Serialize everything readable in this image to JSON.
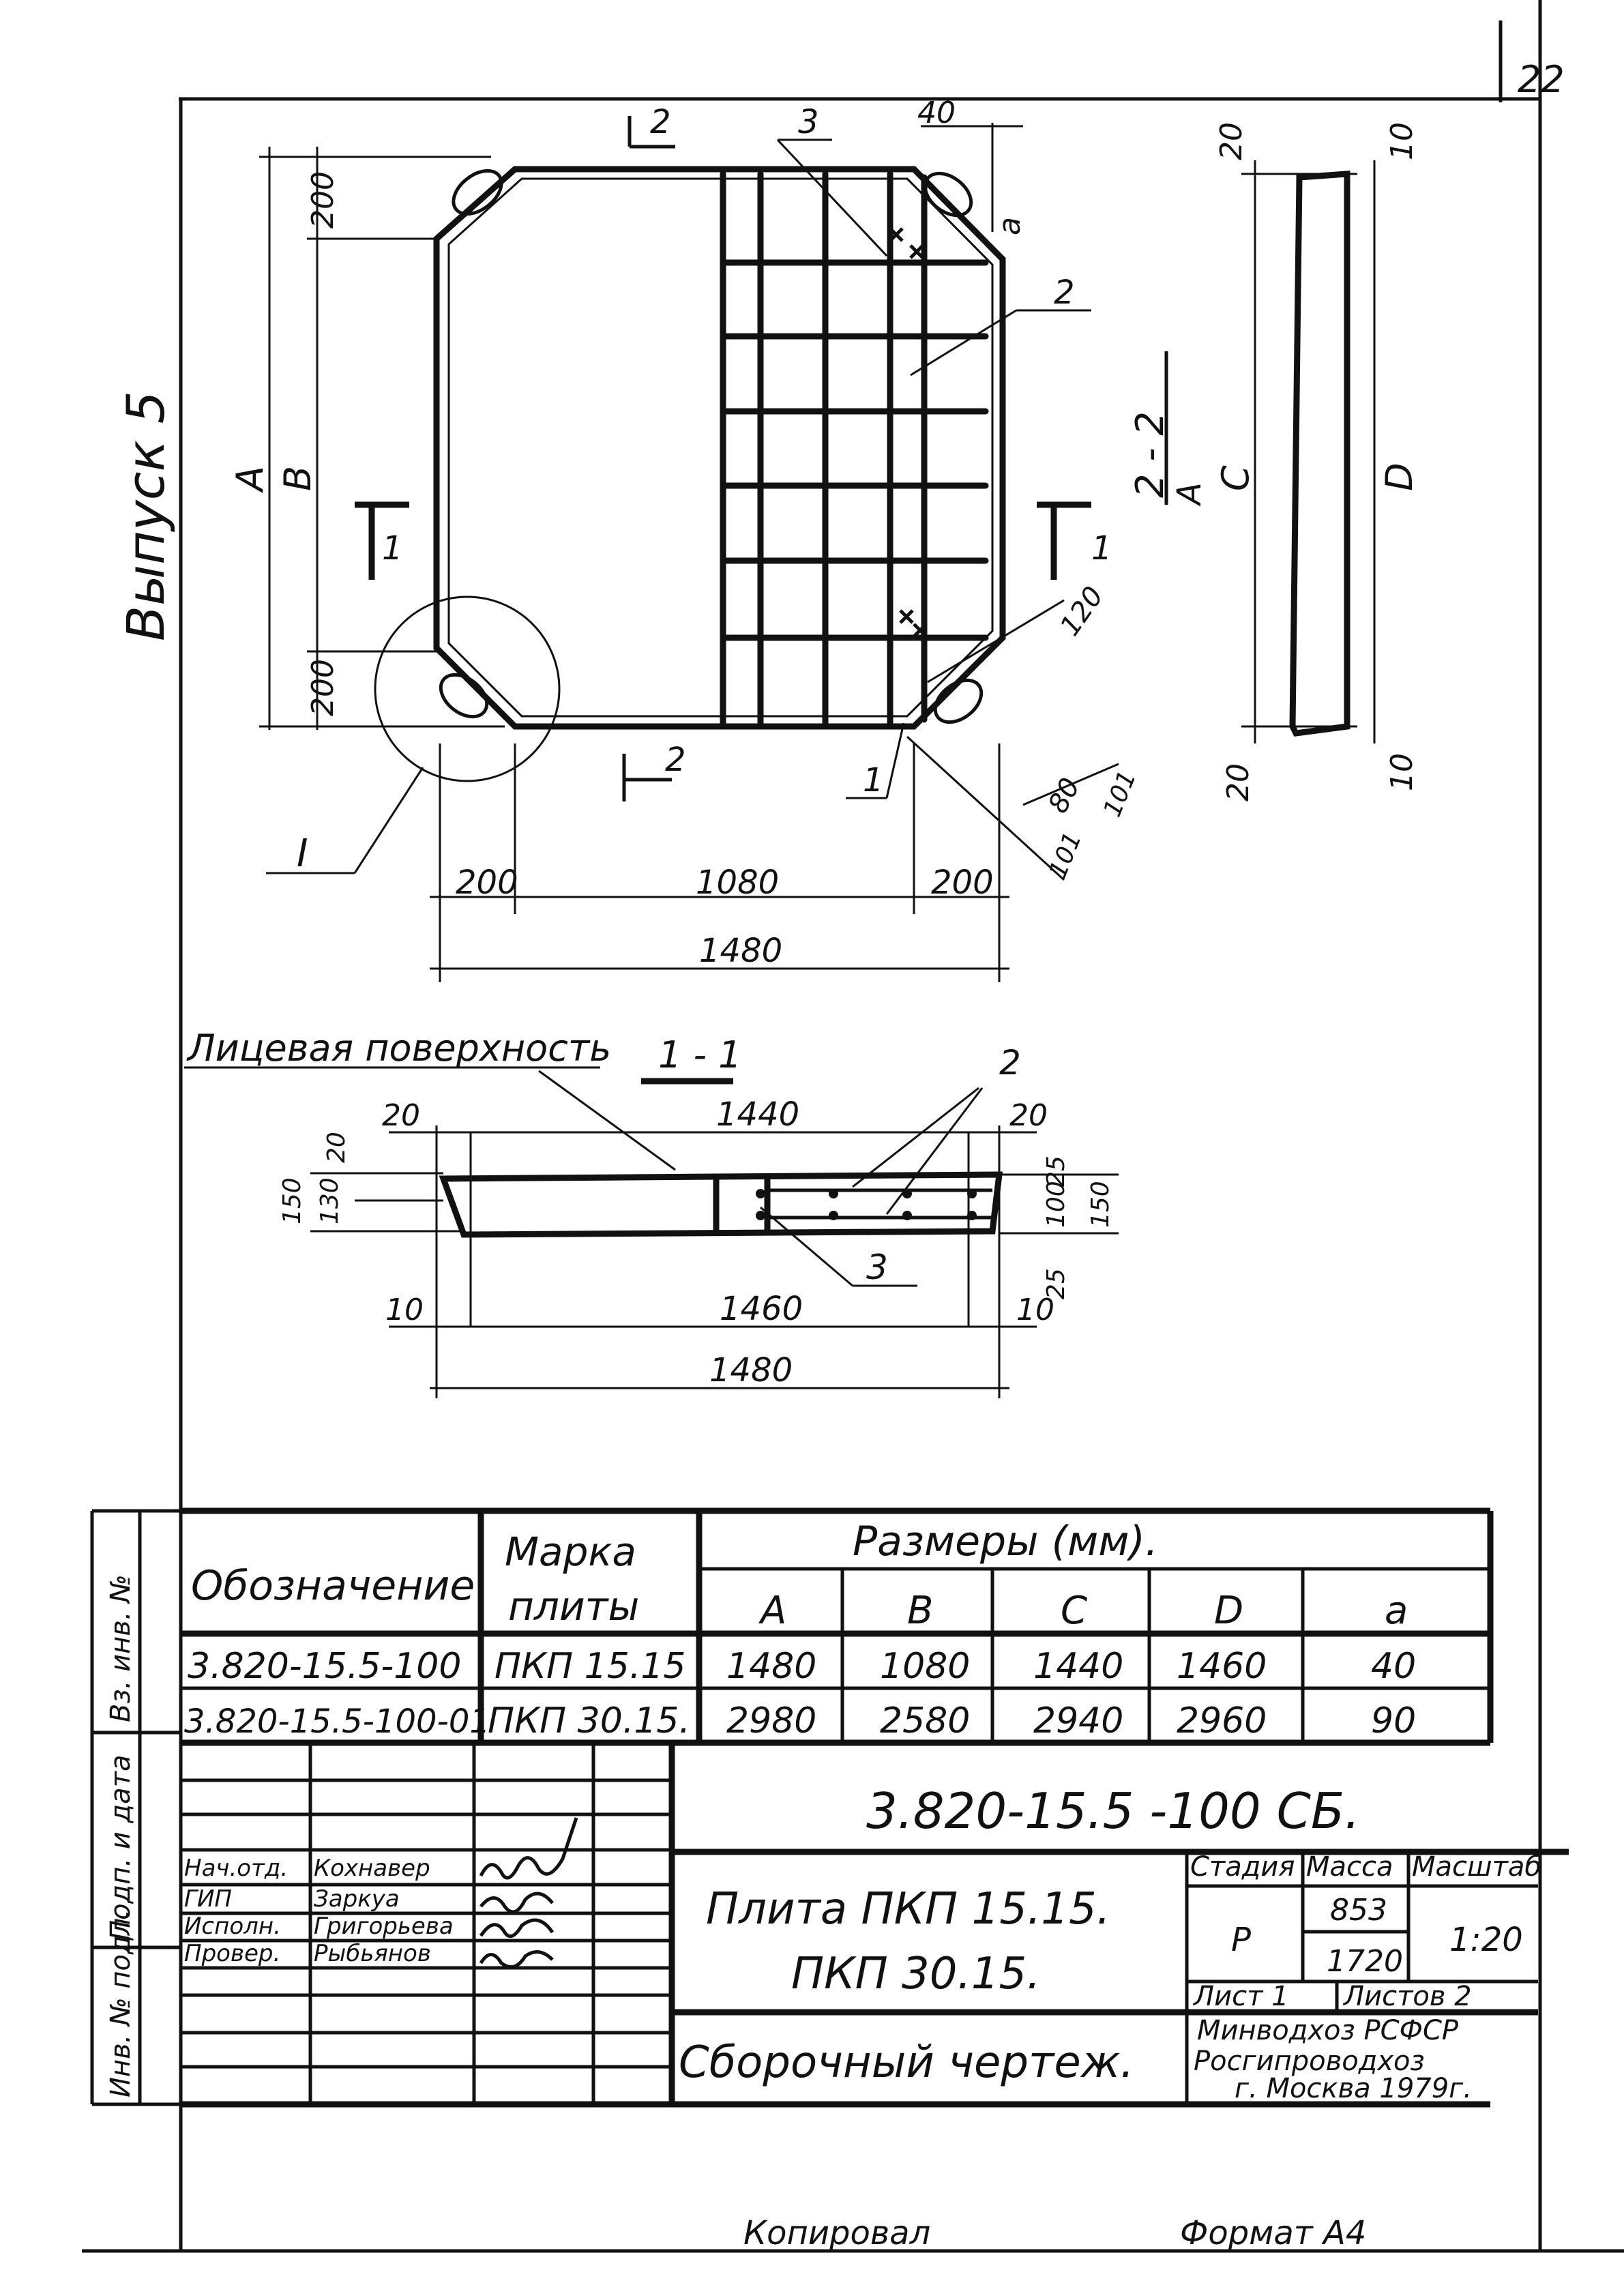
{
  "sheet": {
    "number": "22",
    "vertical_title": "Выпуск 5"
  },
  "plan": {
    "dims": {
      "top_200": "200",
      "bottom_200": "200",
      "A": "A",
      "B": "B",
      "bottom_200_left": "200",
      "bottom_1080": "1080",
      "bottom_200_right": "200",
      "total_1480": "1480",
      "a": "a",
      "top_40": "40",
      "d120": "120",
      "d80": "80",
      "d101a": "101",
      "d101b": "101"
    },
    "cuts": {
      "c2": "2",
      "c2b": "2",
      "c3": "3",
      "c2bar": "2",
      "c1bar": "1",
      "cI": "I",
      "T1left": "1",
      "T1right": "1"
    }
  },
  "section22": {
    "title": "2 - 2",
    "scale": "A",
    "C": "C",
    "D": "D",
    "d20top": "20",
    "d10top": "10",
    "d20bot": "20",
    "d10bot": "10"
  },
  "section11": {
    "face_label": "Лицевая поверхность",
    "title": "1 - 1",
    "d20l": "20",
    "d1440": "1440",
    "d20r": "20",
    "d150l": "150",
    "d130": "130",
    "d20v": "20",
    "d25a": "25",
    "d100": "100",
    "d25b": "25",
    "d150r": "150",
    "d10l": "10",
    "d1460": "1460",
    "d10r": "10",
    "d1480": "1480",
    "p2": "2",
    "p3": "3"
  },
  "table": {
    "col_designation": "Обозначение",
    "col_mark_1": "Марка",
    "col_mark_2": "плиты",
    "col_sizes": "Размеры (мм).",
    "sub": [
      "A",
      "B",
      "C",
      "D",
      "a"
    ],
    "rows": [
      {
        "designation": "3.820-15.5-100",
        "mark": "ПКП 15.15",
        "vals": [
          "1480",
          "1080",
          "1440",
          "1460",
          "40"
        ]
      },
      {
        "designation": "3.820-15.5-100-01",
        "mark": "ПКП 30.15.",
        "vals": [
          "2980",
          "2580",
          "2940",
          "2960",
          "90"
        ]
      }
    ]
  },
  "side_labels": [
    "Вз. инв. №",
    "Подп. и дата",
    "Инв. № подл."
  ],
  "title_block": {
    "code": "3.820-15.5 -100 СБ.",
    "name_1": "Плита ПКП 15.15.",
    "name_2": "ПКП 30.15.",
    "doc": "Сборочный чертеж.",
    "stage_h": "Стадия",
    "mass_h": "Масса",
    "scale_h": "Масштаб",
    "stage": "Р",
    "mass_1": "853",
    "mass_2": "1720",
    "scale": "1:20",
    "sheet": "Лист 1",
    "sheets": "Листов 2",
    "org_1": "Минводхоз РСФСР",
    "org_2": "Росгипроводхоз",
    "org_3": "г. Москва 1979г.",
    "people": [
      {
        "role": "Нач.отд.",
        "name": "Кохнавер"
      },
      {
        "role": "ГИП",
        "name": "Заркуа"
      },
      {
        "role": "Исполн.",
        "name": "Григорьева"
      },
      {
        "role": "Провер.",
        "name": "Рыбьянов"
      }
    ]
  },
  "footer": {
    "copied": "Копировал",
    "format": "Формат А4"
  }
}
